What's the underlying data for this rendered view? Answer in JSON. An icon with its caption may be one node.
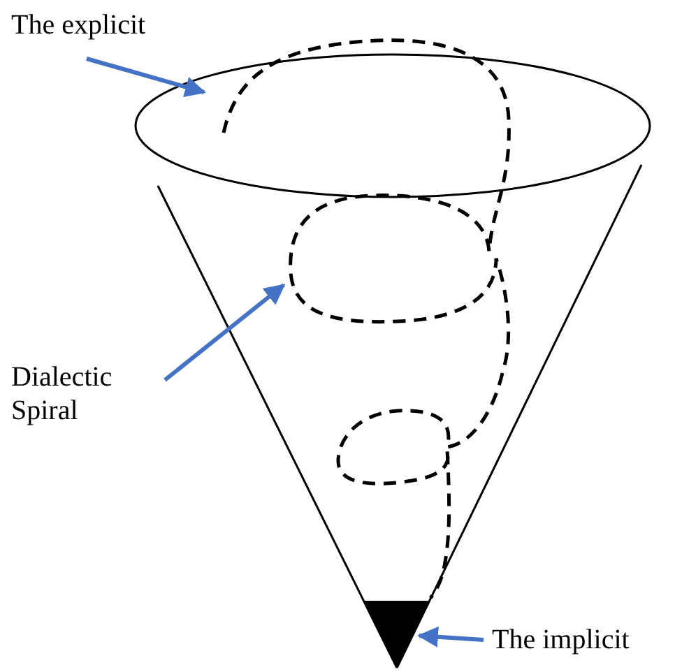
{
  "diagram": {
    "nodes": [
      {
        "text": [
          "The explicit"
        ]
      },
      {
        "text": [],
        "shape": "ellipse"
      },
      {
        "text": [
          "Dialectic Spiral"
        ]
      },
      {
        "text": [],
        "shape": "spiral"
      },
      {
        "text": [
          "The implicit"
        ]
      },
      {
        "text": [],
        "shape": "triangle"
      }
    ],
    "edges": [
      {
        "from": 0,
        "to": 1,
        "arrow": "to"
      },
      {
        "from": 2,
        "to": 3,
        "arrow": "to"
      },
      {
        "from": 4,
        "to": 5,
        "arrow": "to"
      }
    ]
  }
}
